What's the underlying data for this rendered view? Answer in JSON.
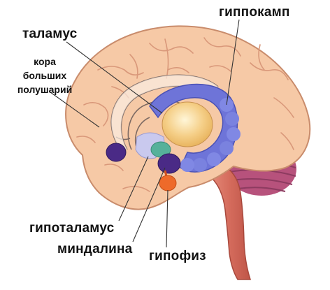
{
  "labels": {
    "thalamus": "таламус",
    "hippocampus": "гиппокамп",
    "cortex_line1": "кора",
    "cortex_line2": "больших",
    "cortex_line3": "полушарий",
    "hypothalamus": "гипоталамус",
    "amygdala": "миндалина",
    "pituitary": "гипофиз"
  },
  "colors": {
    "brain": "#f6c9a6",
    "thalamus": "#f5cf88",
    "hippocampus": "#6e74d8",
    "amygdala": "#4a2a86",
    "hypothalamus": "#56b19a",
    "pituitary": "#ee6a2a",
    "cerebellum": "#b7527c",
    "brainstem": "#d67664"
  }
}
